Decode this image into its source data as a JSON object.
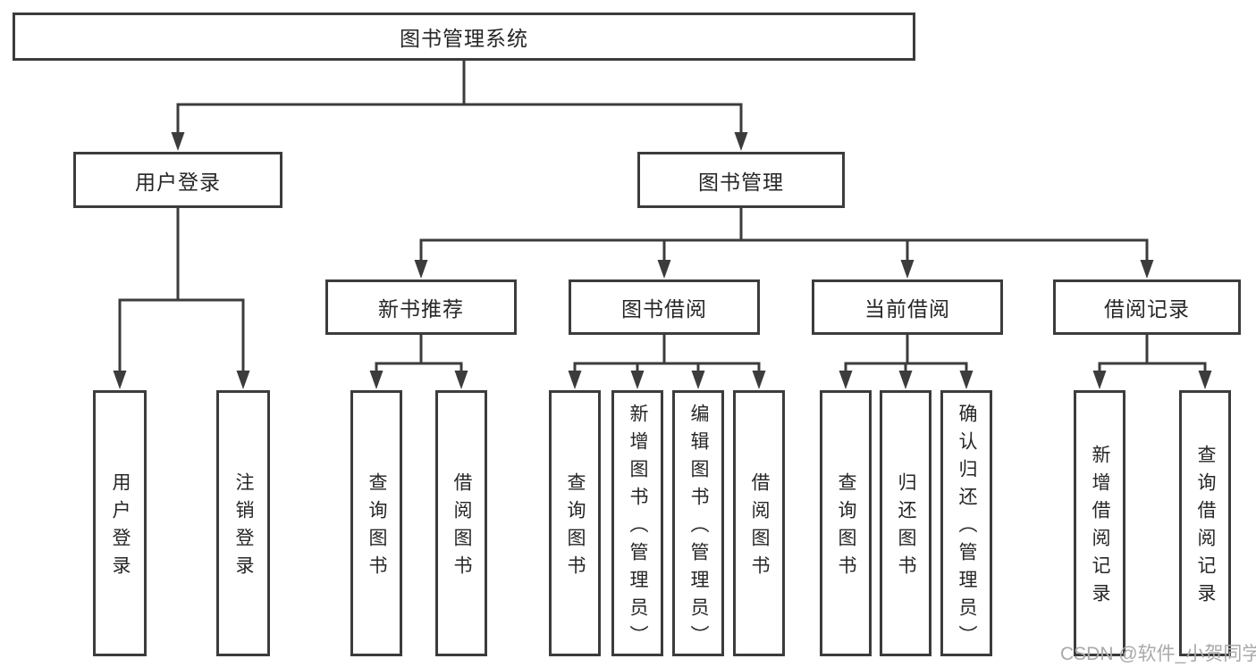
{
  "diagram": {
    "title": "图书管理系统",
    "branches": [
      {
        "label": "用户登录",
        "children": [
          {
            "label": "用户登录"
          },
          {
            "label": "注销登录"
          }
        ]
      },
      {
        "label": "图书管理",
        "children": [
          {
            "label": "新书推荐",
            "children": [
              {
                "label": "查询图书"
              },
              {
                "label": "借阅图书"
              }
            ]
          },
          {
            "label": "图书借阅",
            "children": [
              {
                "label": "查询图书"
              },
              {
                "label": "新增图书（管理员）"
              },
              {
                "label": "编辑图书（管理员）"
              },
              {
                "label": "借阅图书"
              }
            ]
          },
          {
            "label": "当前借阅",
            "children": [
              {
                "label": "查询图书"
              },
              {
                "label": "归还图书"
              },
              {
                "label": "确认归还（管理员）"
              }
            ]
          },
          {
            "label": "借阅记录",
            "children": [
              {
                "label": "新增借阅记录"
              },
              {
                "label": "查询借阅记录"
              }
            ]
          }
        ]
      }
    ]
  },
  "watermark": {
    "text": "CSDN @软件_小贺同学"
  },
  "style": {
    "line_color": "#3c3c3c",
    "text_color": "#262626",
    "watermark_color": "#a9a9a9",
    "background_color": "#ffffff"
  }
}
